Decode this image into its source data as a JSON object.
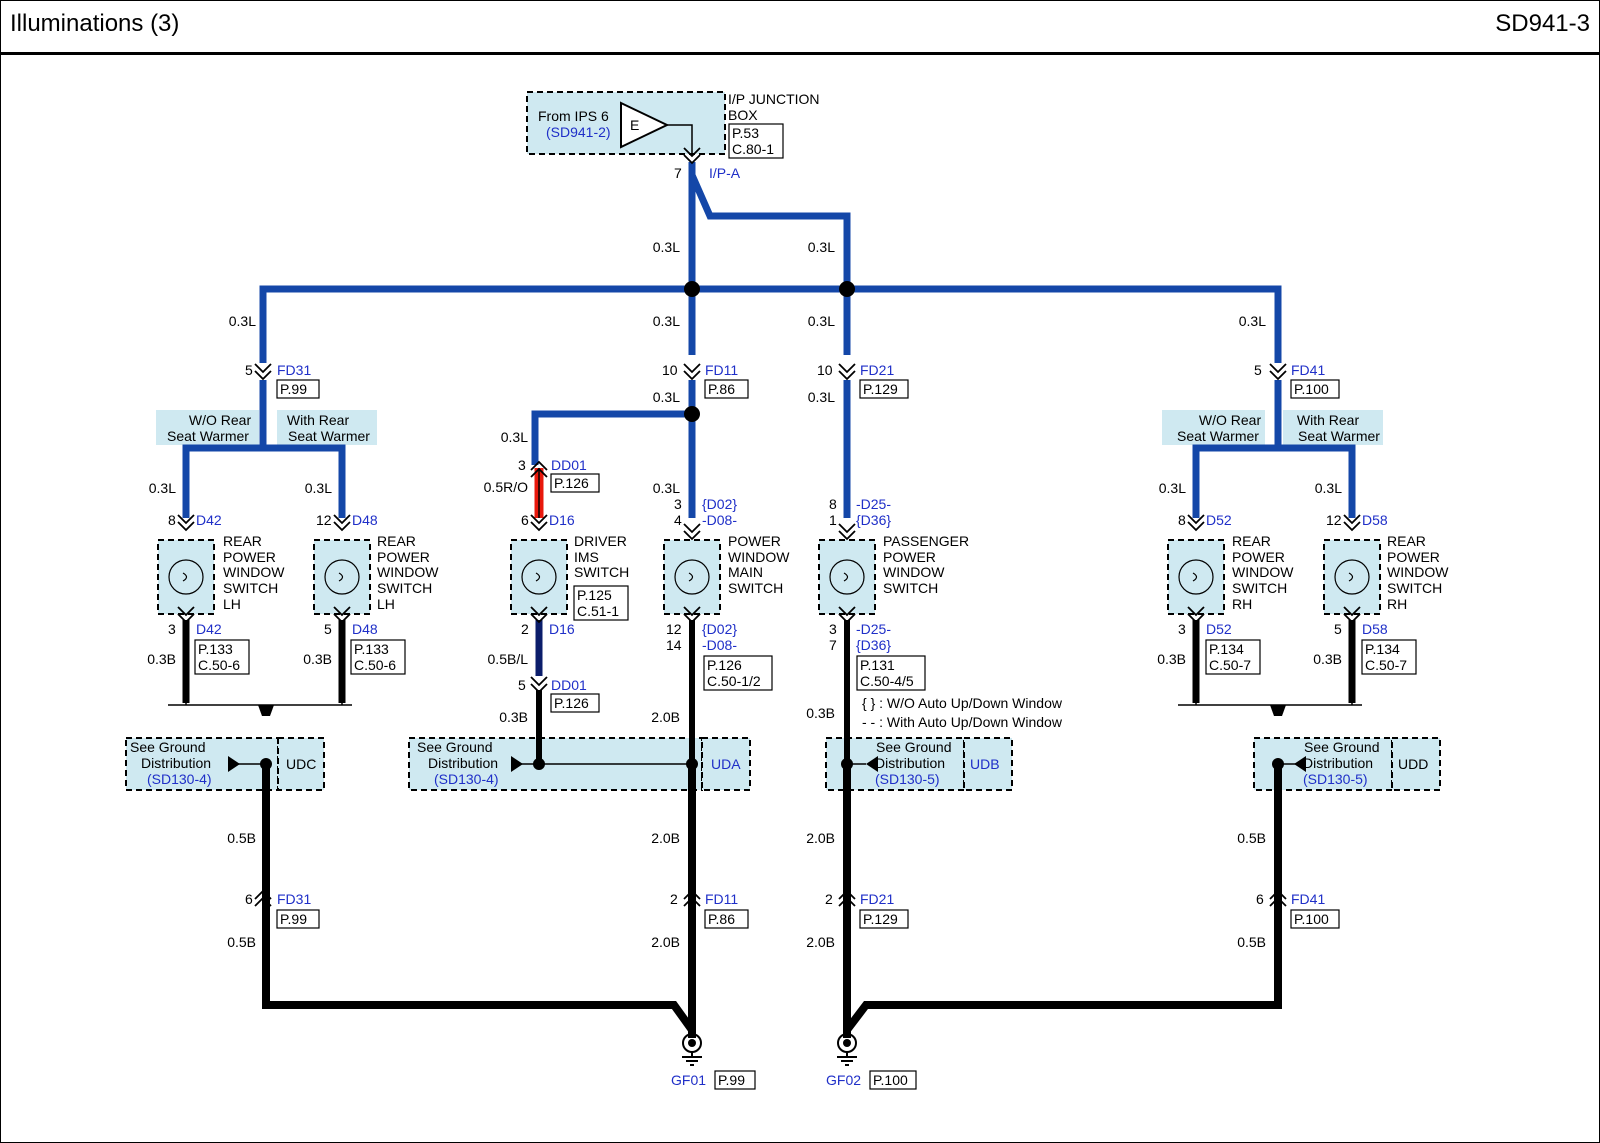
{
  "header": {
    "title": "Illuminations (3)",
    "code": "SD941-3"
  },
  "jbox": {
    "from": "From IPS 6",
    "from_ref": "(SD941-2)",
    "e": "E",
    "name1": "I/P JUNCTION",
    "name2": "BOX",
    "p": "P.53",
    "c": "C.80-1",
    "pin": "7",
    "conn": "I/P-A"
  },
  "wires": {
    "l03": "0.3L",
    "r05o": "0.5R/O",
    "b05l": "0.5B/L",
    "b03": "0.3B",
    "b05": "0.5B",
    "b20": "2.0B"
  },
  "conn": {
    "fd31": "FD31",
    "fd11": "FD11",
    "fd21": "FD21",
    "fd41": "FD41",
    "dd01": "DD01",
    "d16": "D16",
    "d42": "D42",
    "d48": "D48",
    "d52": "D52",
    "d58": "D58",
    "d02": "{D02}",
    "d08": "-D08-",
    "d25": "-D25-",
    "d36": "{D36}",
    "gf01": "GF01",
    "gf02": "GF02",
    "udc": "UDC",
    "uda": "UDA",
    "udb": "UDB",
    "udd": "UDD"
  },
  "pins": {
    "p1": "1",
    "p2": "2",
    "p3": "3",
    "p4": "4",
    "p5": "5",
    "p6": "6",
    "p7": "7",
    "p8": "8",
    "p10": "10",
    "p12": "12",
    "p14": "14"
  },
  "refs": {
    "p99": "P.99",
    "p86": "P.86",
    "p129": "P.129",
    "p100": "P.100",
    "p126": "P.126",
    "p125": "P.125",
    "c51_1": "C.51-1",
    "c50_12": "C.50-1/2",
    "p131": "P.131",
    "c50_45": "C.50-4/5",
    "p133": "P.133",
    "c50_6": "C.50-6",
    "p134": "P.134",
    "c50_7": "C.50-7"
  },
  "options": {
    "wo1": "W/O Rear",
    "wo2": "Seat Warmer",
    "with1": "With Rear",
    "with2": "Seat Warmer"
  },
  "switches": {
    "rear": "REAR",
    "power": "POWER",
    "window": "WINDOW",
    "switch": "SWITCH",
    "lh": "LH",
    "rh": "RH",
    "driver": "DRIVER",
    "ims": "IMS",
    "main": "MAIN",
    "passenger": "PASSENGER"
  },
  "ground": {
    "see": "See Ground",
    "dist": "Distribution",
    "ref4": "(SD130-4)",
    "ref5": "(SD130-5)"
  },
  "legend": {
    "line1": "{ } : W/O Auto Up/Down Window",
    "line2": "- - : With Auto Up/Down Window"
  },
  "colors": {
    "blue_wire": "#1447a8",
    "red_wire": "#e8180c",
    "box_fill": "#cfe9f1",
    "ref_text": "#1f2fc8"
  }
}
